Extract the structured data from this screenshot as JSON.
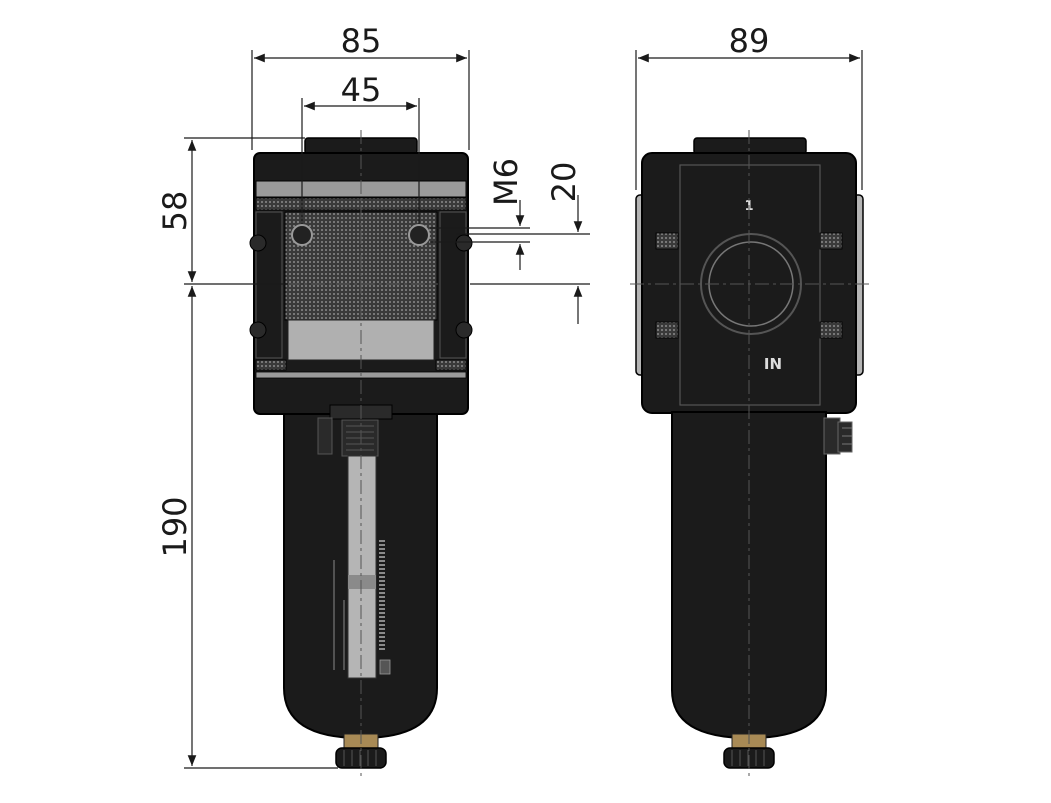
{
  "dimensions": {
    "front_width": "85",
    "port_spacing": "45",
    "side_width": "89",
    "upper_height": "58",
    "lower_height": "190",
    "thread": "M6",
    "thread_depth": "20"
  },
  "side_view": {
    "port_number": "1",
    "port_label": "IN"
  },
  "colors": {
    "body": "#1b1b1b",
    "outline": "#000000",
    "grey_band": "#9a9a9a",
    "sight_glass": "#b5b5b5"
  }
}
